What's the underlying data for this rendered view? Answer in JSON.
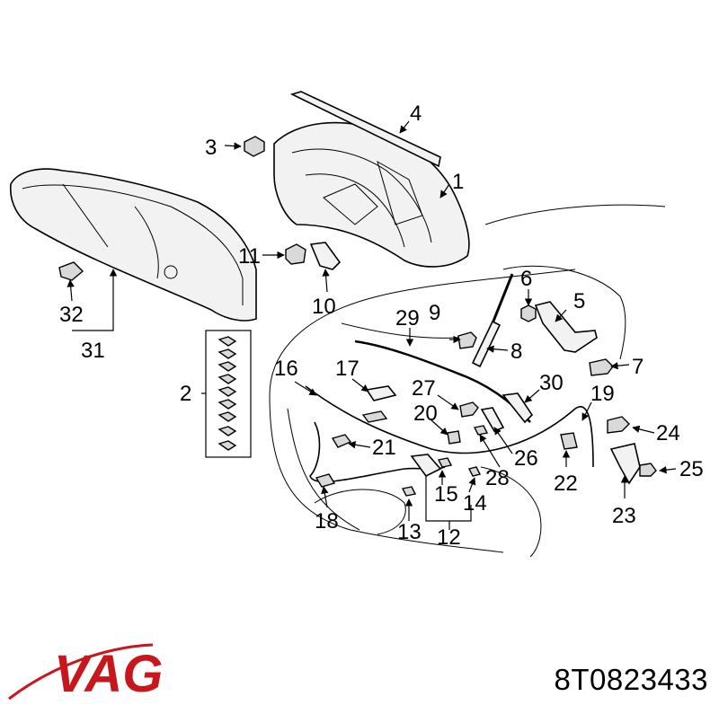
{
  "diagram": {
    "callouts": {
      "c1": "1",
      "c2": "2",
      "c3": "3",
      "c4": "4",
      "c5": "5",
      "c6": "6",
      "c7": "7",
      "c8": "8",
      "c9": "9",
      "c10": "10",
      "c11": "11",
      "c12": "12",
      "c13": "13",
      "c14": "14",
      "c15": "15",
      "c16": "16",
      "c17": "17",
      "c18": "18",
      "c19": "19",
      "c20": "20",
      "c21": "21",
      "c22": "22",
      "c23": "23",
      "c24": "24",
      "c25": "25",
      "c26": "26",
      "c27": "27",
      "c28": "28",
      "c29": "29",
      "c30": "30",
      "c31": "31",
      "c32": "32"
    }
  },
  "brand": {
    "logo_text": "VAG",
    "logo_color": "#c8161d",
    "part_number": "8T0823433"
  }
}
